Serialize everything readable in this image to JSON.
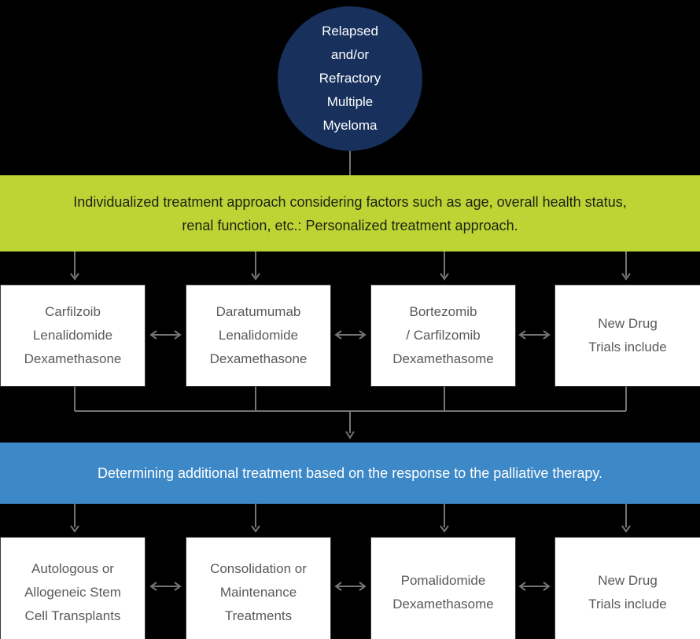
{
  "diagram": {
    "title_node": {
      "label": "Relapsed\nand/or\nRefractory\nMultiple\nMyeloma"
    },
    "banner_top": {
      "text": "Individualized treatment approach considering factors such as age, overall health status,\nrenal function, etc.: Personalized treatment approach."
    },
    "banner_bottom": {
      "text": "Determining additional treatment based on the response to the palliative therapy."
    },
    "row1": {
      "boxes": [
        {
          "label": "Carfilzoib\nLenalidomide\nDexamethasone"
        },
        {
          "label": "Daratumumab\nLenalidomide\nDexamethasone"
        },
        {
          "label": "Bortezomib\n/ Carfilzomib\nDexamethasome"
        },
        {
          "label": "New Drug\nTrials include"
        }
      ]
    },
    "row2": {
      "boxes": [
        {
          "label": "Autologous or\nAllogeneic Stem\nCell Transplants"
        },
        {
          "label": "Consolidation or\nMaintenance\nTreatments"
        },
        {
          "label": "Pomalidomide\nDexamethasome"
        },
        {
          "label": "New Drug\nTrials include"
        }
      ]
    },
    "colors": {
      "background": "#000000",
      "node_circle": "#17305c",
      "banner_top": "#bdd435",
      "banner_bottom": "#3d88c7",
      "box_background": "#ffffff",
      "box_text": "#595a5e",
      "connector": "#757575"
    }
  }
}
